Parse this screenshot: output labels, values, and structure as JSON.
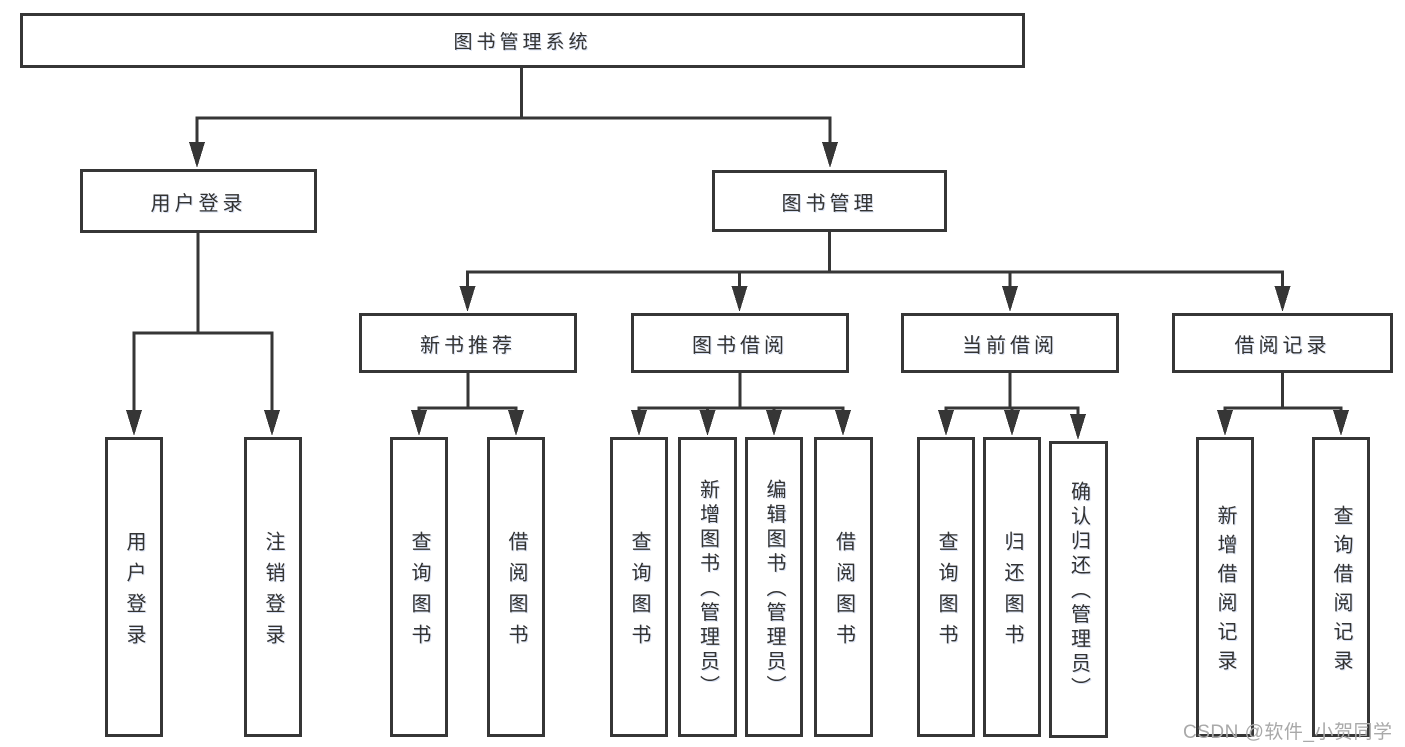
{
  "diagram": {
    "root": {
      "label": "图书管理系统"
    },
    "level2": [
      {
        "label": "用户登录"
      },
      {
        "label": "图书管理"
      }
    ],
    "level3": [
      {
        "label": "新书推荐"
      },
      {
        "label": "图书借阅"
      },
      {
        "label": "当前借阅"
      },
      {
        "label": "借阅记录"
      }
    ],
    "leaves": [
      {
        "label": "用户登录"
      },
      {
        "label": "注销登录"
      },
      {
        "label": "查询图书"
      },
      {
        "label": "借阅图书"
      },
      {
        "label": "查询图书"
      },
      {
        "label": "新增图书（管理员）"
      },
      {
        "label": "编辑图书（管理员）"
      },
      {
        "label": "借阅图书"
      },
      {
        "label": "查询图书"
      },
      {
        "label": "归还图书"
      },
      {
        "label": "确认归还（管理员）"
      },
      {
        "label": "新增借阅记录"
      },
      {
        "label": "查询借阅记录"
      }
    ]
  },
  "watermark": {
    "text": "CSDN @软件_小贺同学"
  },
  "colors": {
    "line": "#363636",
    "text": "#333333",
    "watermark": "#a9a9a9",
    "background": "#ffffff"
  }
}
